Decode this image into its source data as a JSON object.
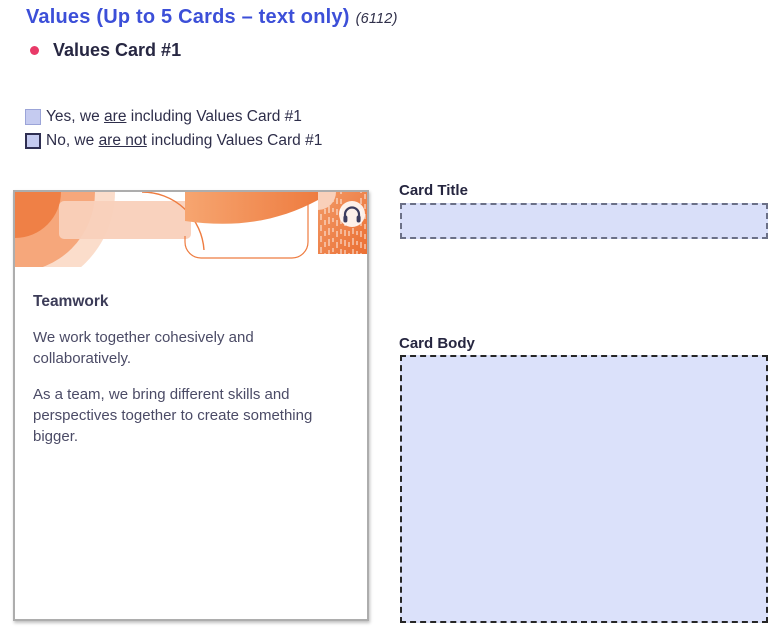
{
  "page": {
    "title": "Values (Up to 5 Cards – text only)",
    "title_suffix": "(6112)",
    "section_heading": "Values Card #1"
  },
  "options": [
    {
      "prefix": "Yes, we ",
      "emphasis": "are",
      "suffix": " including Values Card #1"
    },
    {
      "prefix": "No, we ",
      "emphasis": "are not",
      "suffix": " including Values Card #1"
    }
  ],
  "card_preview": {
    "title": "Teamwork",
    "body_paragraphs": [
      "We work together cohesively and collaboratively.",
      "As a team, we bring different skills and perspectives together to create something bigger."
    ],
    "corner_icon": "headphones-icon"
  },
  "form": {
    "card_title_label": "Card Title",
    "card_title_value": "",
    "card_body_label": "Card Body",
    "card_body_value": ""
  },
  "colors": {
    "title_blue": "#3c4fd8",
    "heading_navy": "#272742",
    "bullet_pink": "#e83a68",
    "checkbox_fill": "#c5cbf0",
    "checkbox_border_light": "#9ba4d8",
    "checkbox_border_dark": "#2f2f52",
    "field_fill_title": "#d9dff9",
    "field_fill_body": "#dbe1fa",
    "card_orange": "#ee7c40",
    "card_orange_light": "#f59d6d",
    "card_peach": "#f9d0ba"
  }
}
